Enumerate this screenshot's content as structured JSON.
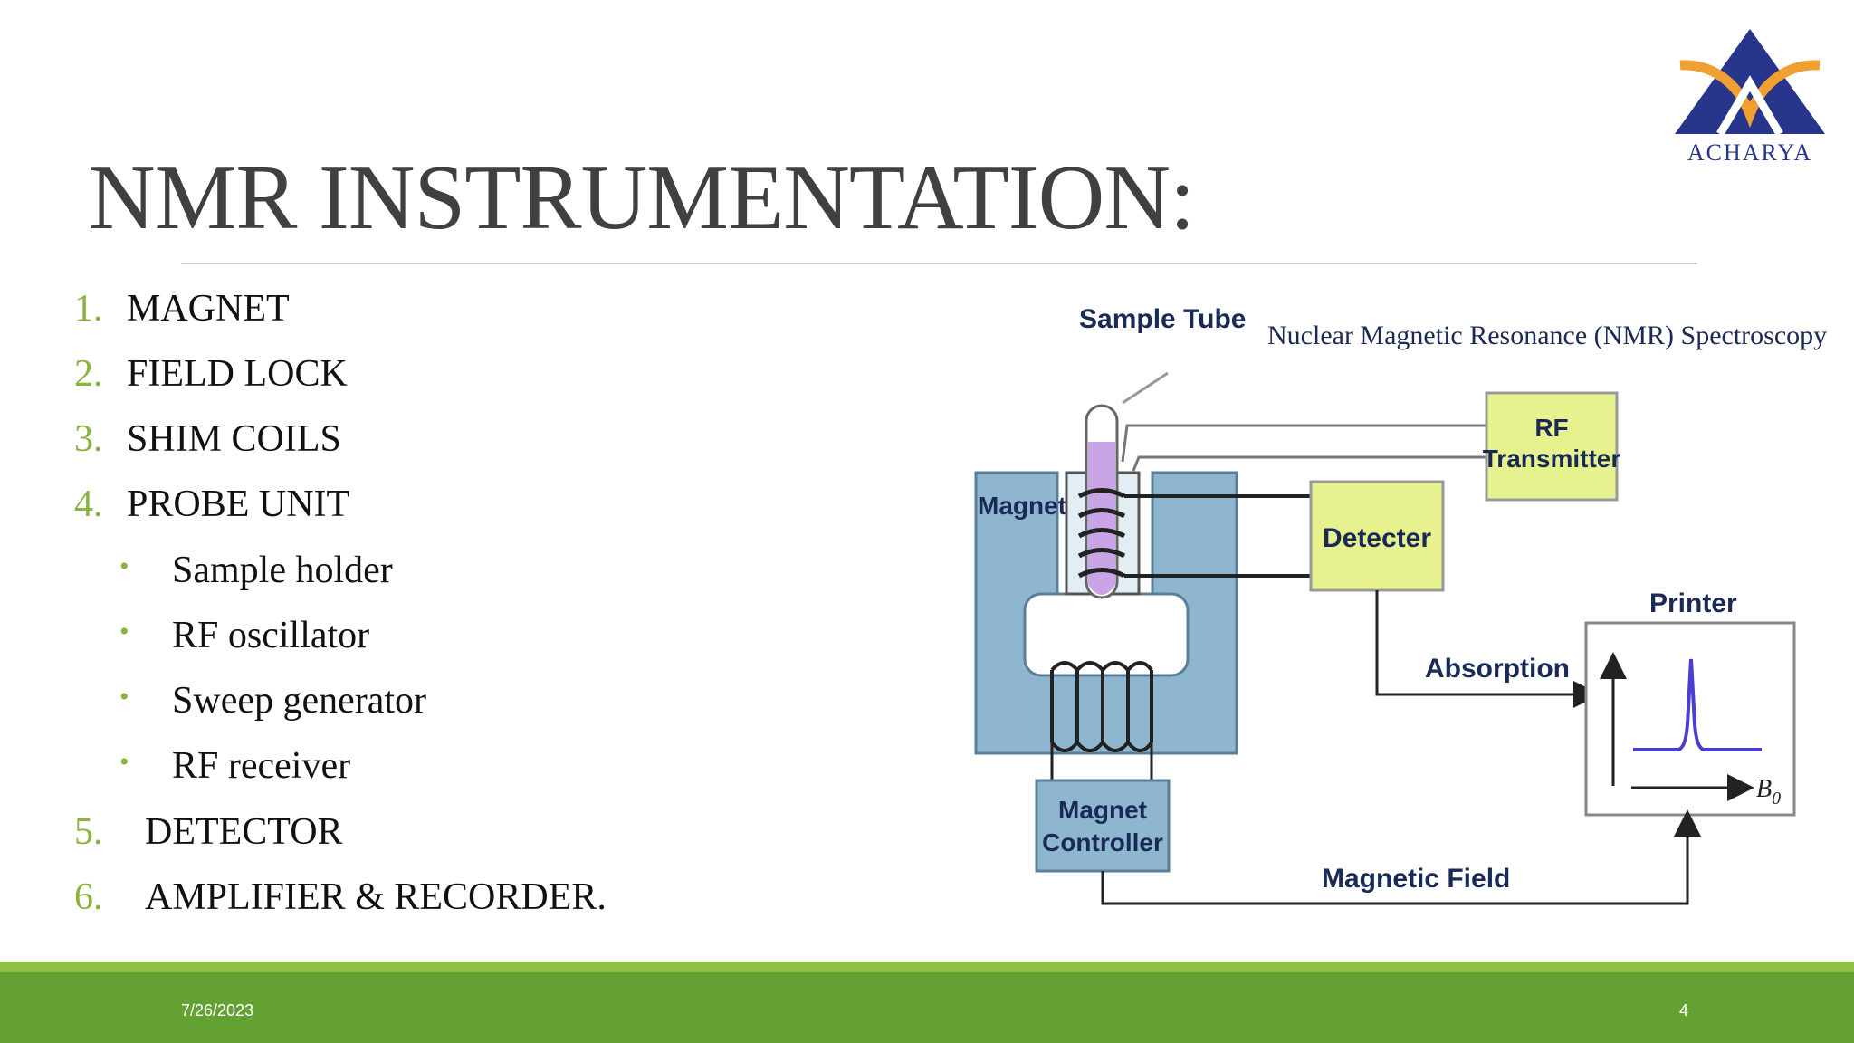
{
  "slide": {
    "title": "NMR INSTRUMENTATION:",
    "logo_text": "ACHARYA",
    "items": [
      {
        "number": "1.",
        "label": "MAGNET"
      },
      {
        "number": "2.",
        "label": "FIELD LOCK"
      },
      {
        "number": "3.",
        "label": "SHIM COILS"
      },
      {
        "number": "4.",
        "label": "PROBE UNIT"
      }
    ],
    "subitems": [
      {
        "label": "Sample holder"
      },
      {
        "label": "RF oscillator"
      },
      {
        "label": "Sweep generator"
      },
      {
        "label": "RF receiver"
      }
    ],
    "items_after": [
      {
        "number": "5.",
        "label": "DETECTOR"
      },
      {
        "number": "6.",
        "label": "AMPLIFIER & RECORDER."
      }
    ],
    "bullet_glyph": "•"
  },
  "diagram": {
    "title": "Nuclear Magnetic Resonance (NMR) Spectroscopy",
    "sample_tube": "Sample Tube",
    "magnet": "Magnet",
    "rf_transmitter_1": "RF",
    "rf_transmitter_2": "Transmitter",
    "detecter": "Detecter",
    "printer": "Printer",
    "absorption": "Absorption",
    "magnet_controller_1": "Magnet",
    "magnet_controller_2": "Controller",
    "magnetic_field": "Magnetic Field",
    "axis_label": "B",
    "axis_subscript": "0"
  },
  "footer": {
    "date": "7/26/2023",
    "page": "4"
  },
  "colors": {
    "title": "#404040",
    "number_accent": "#8ab33f",
    "footer_green": "#63a132",
    "magnet_blue": "#8eb6cf",
    "box_yellow": "#e7f28f",
    "logo_blue": "#27358b",
    "logo_orange": "#f0a030"
  }
}
